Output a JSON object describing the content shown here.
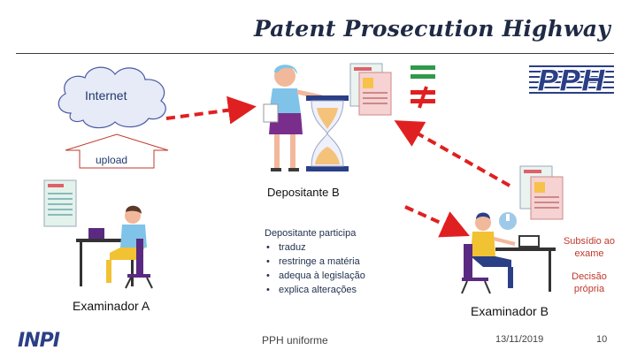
{
  "slide": {
    "title": "Patent Prosecution Highway"
  },
  "diagram": {
    "cloud_label": "Internet",
    "upload_label": "upload",
    "applicant_label": "Depositante B",
    "examiner_a_label": "Examinador A",
    "examiner_b_label": "Examinador B",
    "participation_heading": "Depositante participa",
    "participation_items": [
      "traduz",
      "restringe a matéria",
      "adequa à legislação",
      "explica alterações"
    ],
    "note_subsidio": "Subsídio ao exame",
    "note_decisao": "Decisão própria",
    "logo_text": "PPH"
  },
  "footer": {
    "logo": "INPI",
    "left_text": "PPH uniforme",
    "date": "13/11/2019",
    "page": "10"
  },
  "colors": {
    "arrow_red": "#e02020",
    "title_navy": "#1f2a44",
    "logo_navy": "#2b3f86",
    "note_red": "#c0392b",
    "equal_green": "#2e9a4a"
  },
  "icons": {
    "cloud": "cloud-icon",
    "upload": "upload-arrow-icon",
    "not_equal": "not-equal-icon",
    "hourglass": "hourglass-icon",
    "documents": "document-stack-icon"
  }
}
